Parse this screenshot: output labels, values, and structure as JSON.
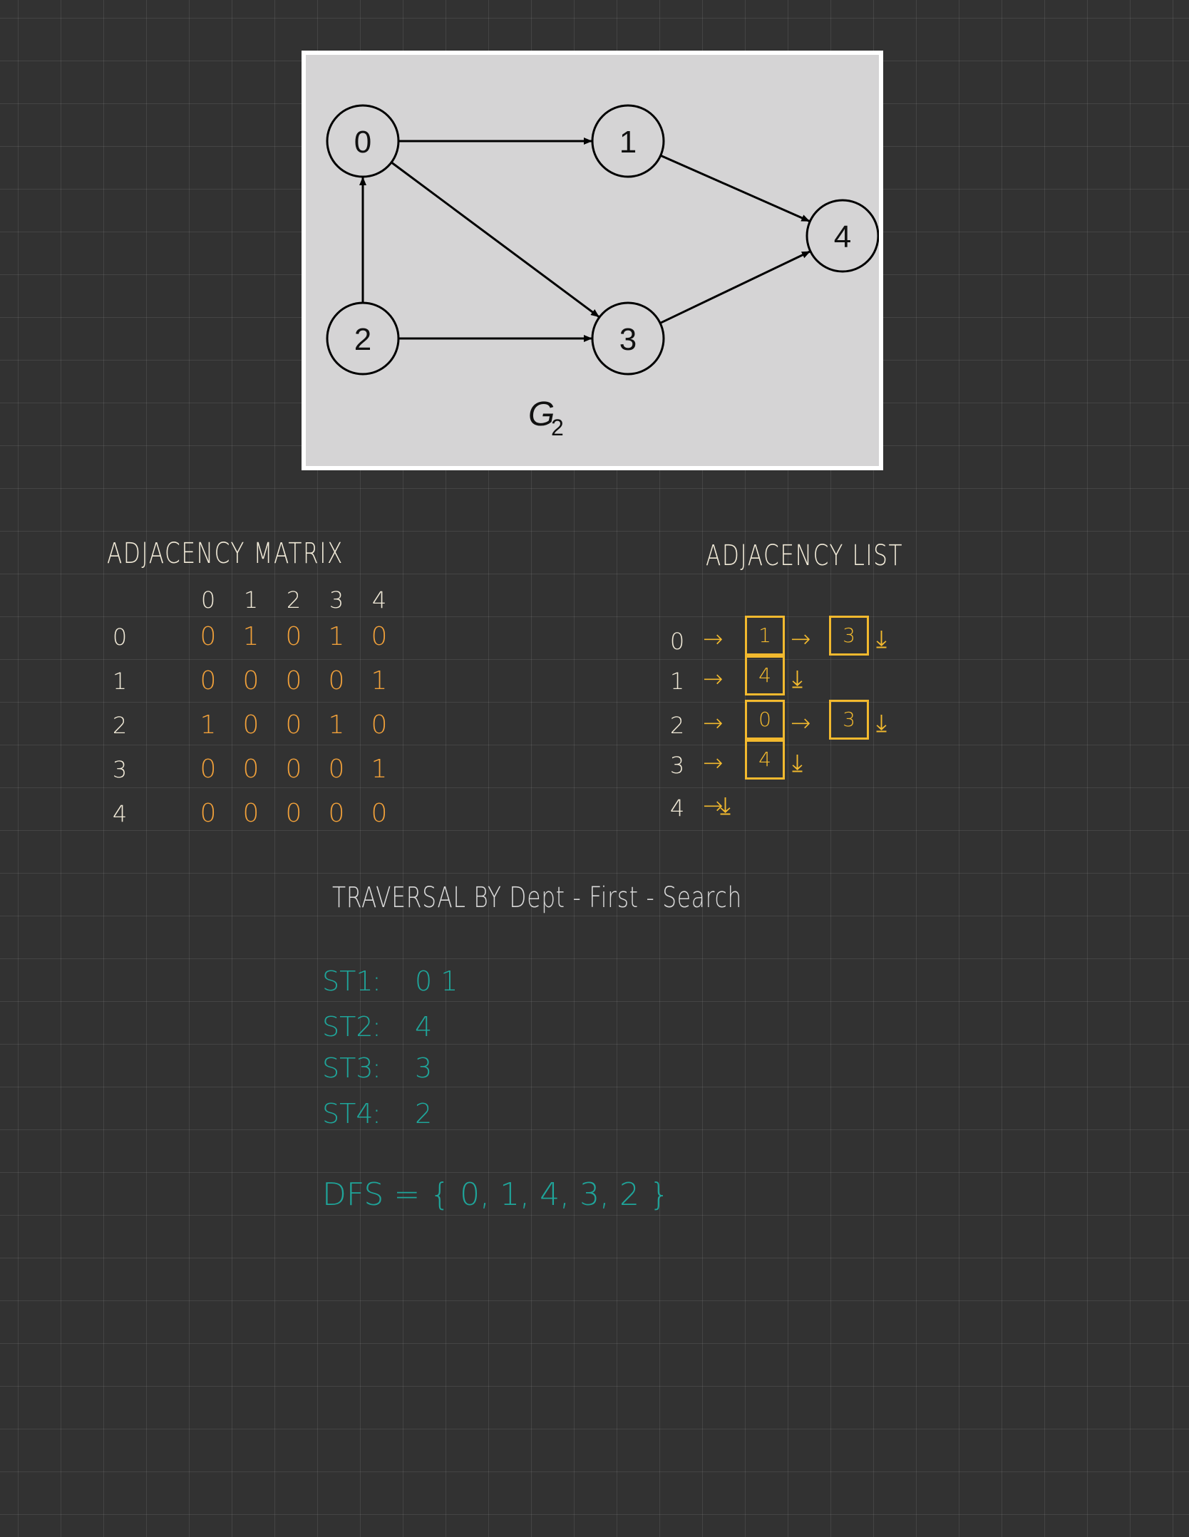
{
  "graph": {
    "caption": "G",
    "caption_subscript": "2",
    "nodes": [
      "0",
      "1",
      "2",
      "3",
      "4"
    ],
    "edges": [
      [
        "0",
        "1"
      ],
      [
        "0",
        "3"
      ],
      [
        "1",
        "4"
      ],
      [
        "2",
        "0"
      ],
      [
        "2",
        "3"
      ],
      [
        "3",
        "4"
      ]
    ]
  },
  "adjacency_matrix": {
    "title": "ADJACENCY MATRIX",
    "column_headers": [
      "0",
      "1",
      "2",
      "3",
      "4"
    ],
    "row_headers": [
      "0",
      "1",
      "2",
      "3",
      "4"
    ],
    "rows": [
      [
        "0",
        "1",
        "0",
        "1",
        "0"
      ],
      [
        "0",
        "0",
        "0",
        "0",
        "1"
      ],
      [
        "1",
        "0",
        "0",
        "1",
        "0"
      ],
      [
        "0",
        "0",
        "0",
        "0",
        "1"
      ],
      [
        "0",
        "0",
        "0",
        "0",
        "0"
      ]
    ]
  },
  "adjacency_list": {
    "title": "ADJACENCY LIST",
    "rows": [
      {
        "vertex": "0",
        "neighbors": [
          "1",
          "3"
        ]
      },
      {
        "vertex": "1",
        "neighbors": [
          "4"
        ]
      },
      {
        "vertex": "2",
        "neighbors": [
          "0",
          "3"
        ]
      },
      {
        "vertex": "3",
        "neighbors": [
          "4"
        ]
      },
      {
        "vertex": "4",
        "neighbors": []
      }
    ],
    "arrow_glyph": "→",
    "null_glyph": "⤓"
  },
  "traversal": {
    "title": "TRAVERSAL BY Dept - First - Search",
    "steps": [
      {
        "label": "ST1",
        "sep": ":",
        "values": "0  1"
      },
      {
        "label": "ST2",
        "sep": ":",
        "values": "4"
      },
      {
        "label": "ST3",
        "sep": ":",
        "values": "3"
      },
      {
        "label": "ST4",
        "sep": ":",
        "values": "2"
      }
    ],
    "result": "DFS = { 0, 1, 4, 3, 2 }"
  },
  "colors": {
    "background": "#323232",
    "card": "#d5d4d5",
    "chalk": "#f1ead8",
    "orange": "#f0a03a",
    "yellow": "#f2b92e",
    "teal": "#1fa59a"
  }
}
